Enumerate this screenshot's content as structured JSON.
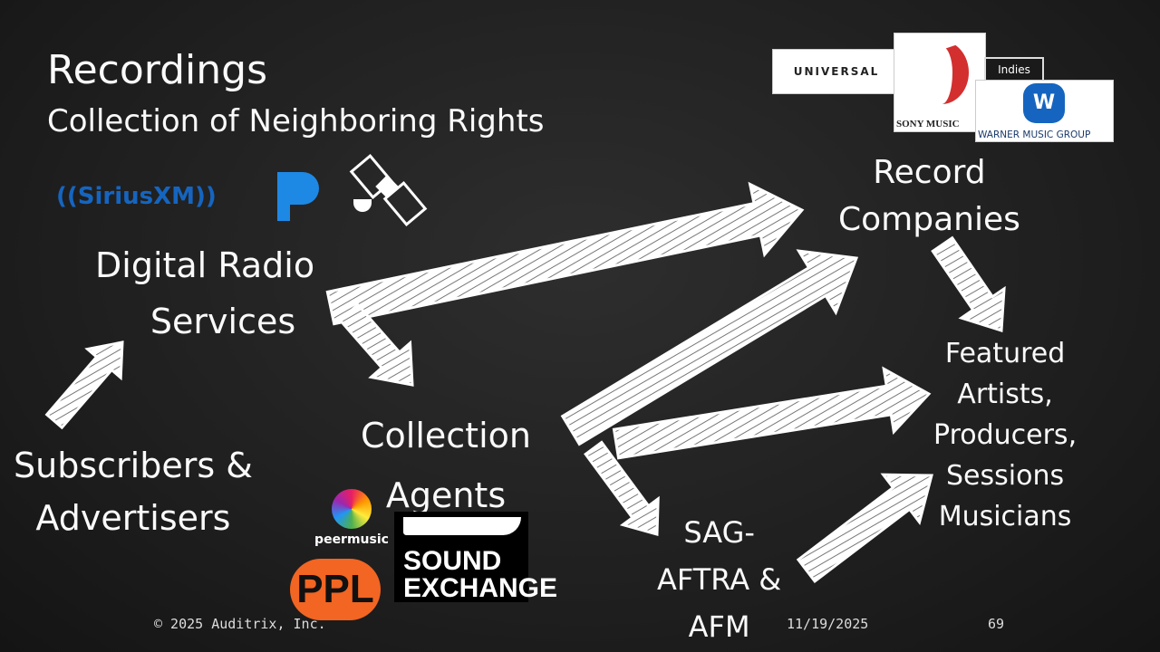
{
  "slide": {
    "title": "Recordings",
    "subtitle": "Collection of Neighboring Rights",
    "nodes": {
      "digital_radio": [
        "Digital Radio",
        "Services"
      ],
      "subscribers": [
        "Subscribers &",
        "Advertisers"
      ],
      "collection_agents": [
        "Collection",
        "Agents"
      ],
      "record_companies": [
        "Record",
        "Companies"
      ],
      "featured_artists": [
        "Featured",
        "Artists,",
        "Producers,",
        "Sessions",
        "Musicians"
      ],
      "sag_aftra": [
        "SAG-",
        "AFTRA &",
        "AFM"
      ]
    },
    "logos": {
      "siriusxm": "SiriusXM",
      "peermusic": "peermusic",
      "ppl": "PPL",
      "soundexchange": [
        "SOUND",
        "EXCHANGE"
      ],
      "universal": "UNIVERSAL",
      "sony": "SONY MUSIC",
      "indies": "Indies",
      "warner": "WARNER MUSIC GROUP"
    },
    "footer": {
      "copyright": "© 2025 Auditrix, Inc.",
      "date": "11/19/2025",
      "page": "69"
    }
  },
  "colors": {
    "background": "#1e1e1e",
    "text": "#fafafa",
    "sirius": "#1565c0",
    "pandora": "#1e88e5",
    "ppl": "#f26522",
    "sony": "#d32f2f",
    "warner": "#1565c0"
  }
}
